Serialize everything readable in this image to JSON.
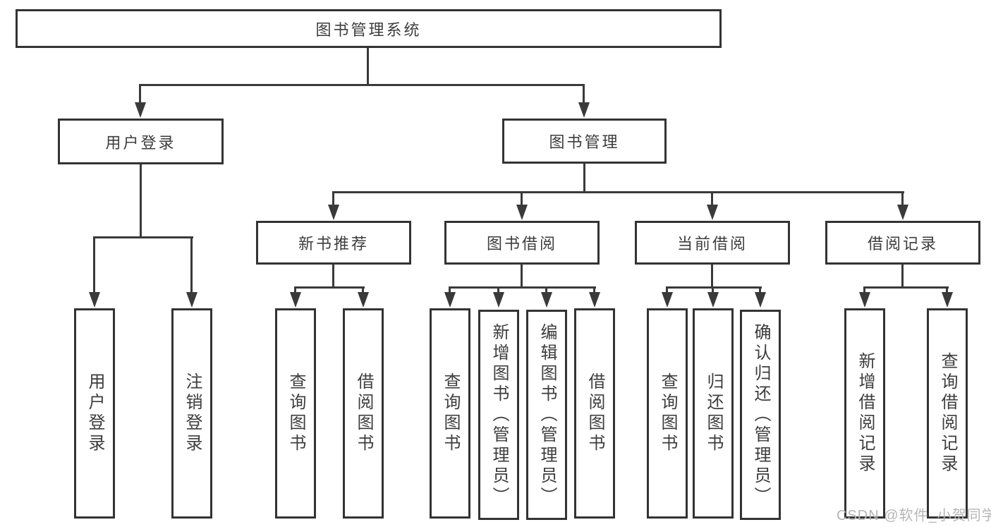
{
  "diagram": {
    "type": "hierarchy-functional-structure",
    "tree": {
      "root": {
        "label": "图书管理系统",
        "children": [
          {
            "label": "用户登录",
            "children": [
              {
                "label": "用户登录"
              },
              {
                "label": "注销登录"
              }
            ]
          },
          {
            "label": "图书管理",
            "children": [
              {
                "label": "新书推荐",
                "children": [
                  {
                    "label": "查询图书"
                  },
                  {
                    "label": "借阅图书"
                  }
                ]
              },
              {
                "label": "图书借阅",
                "children": [
                  {
                    "label": "查询图书"
                  },
                  {
                    "label": "新增图书（管理员）"
                  },
                  {
                    "label": "编辑图书（管理员）"
                  },
                  {
                    "label": "借阅图书"
                  }
                ]
              },
              {
                "label": "当前借阅",
                "children": [
                  {
                    "label": "查询图书"
                  },
                  {
                    "label": "归还图书"
                  },
                  {
                    "label": "确认归还（管理员）"
                  }
                ]
              },
              {
                "label": "借阅记录",
                "children": [
                  {
                    "label": "新增借阅记录"
                  },
                  {
                    "label": "查询借阅记录"
                  }
                ]
              }
            ]
          }
        ]
      }
    },
    "colors": {
      "box_border": "#333333",
      "connector_line": "#3a3a3a",
      "text": "#3d3d3d",
      "watermark": "#b5b5b5",
      "background": "#ffffff"
    }
  },
  "watermark": {
    "text": "CSDN @软件_小贺同学"
  }
}
